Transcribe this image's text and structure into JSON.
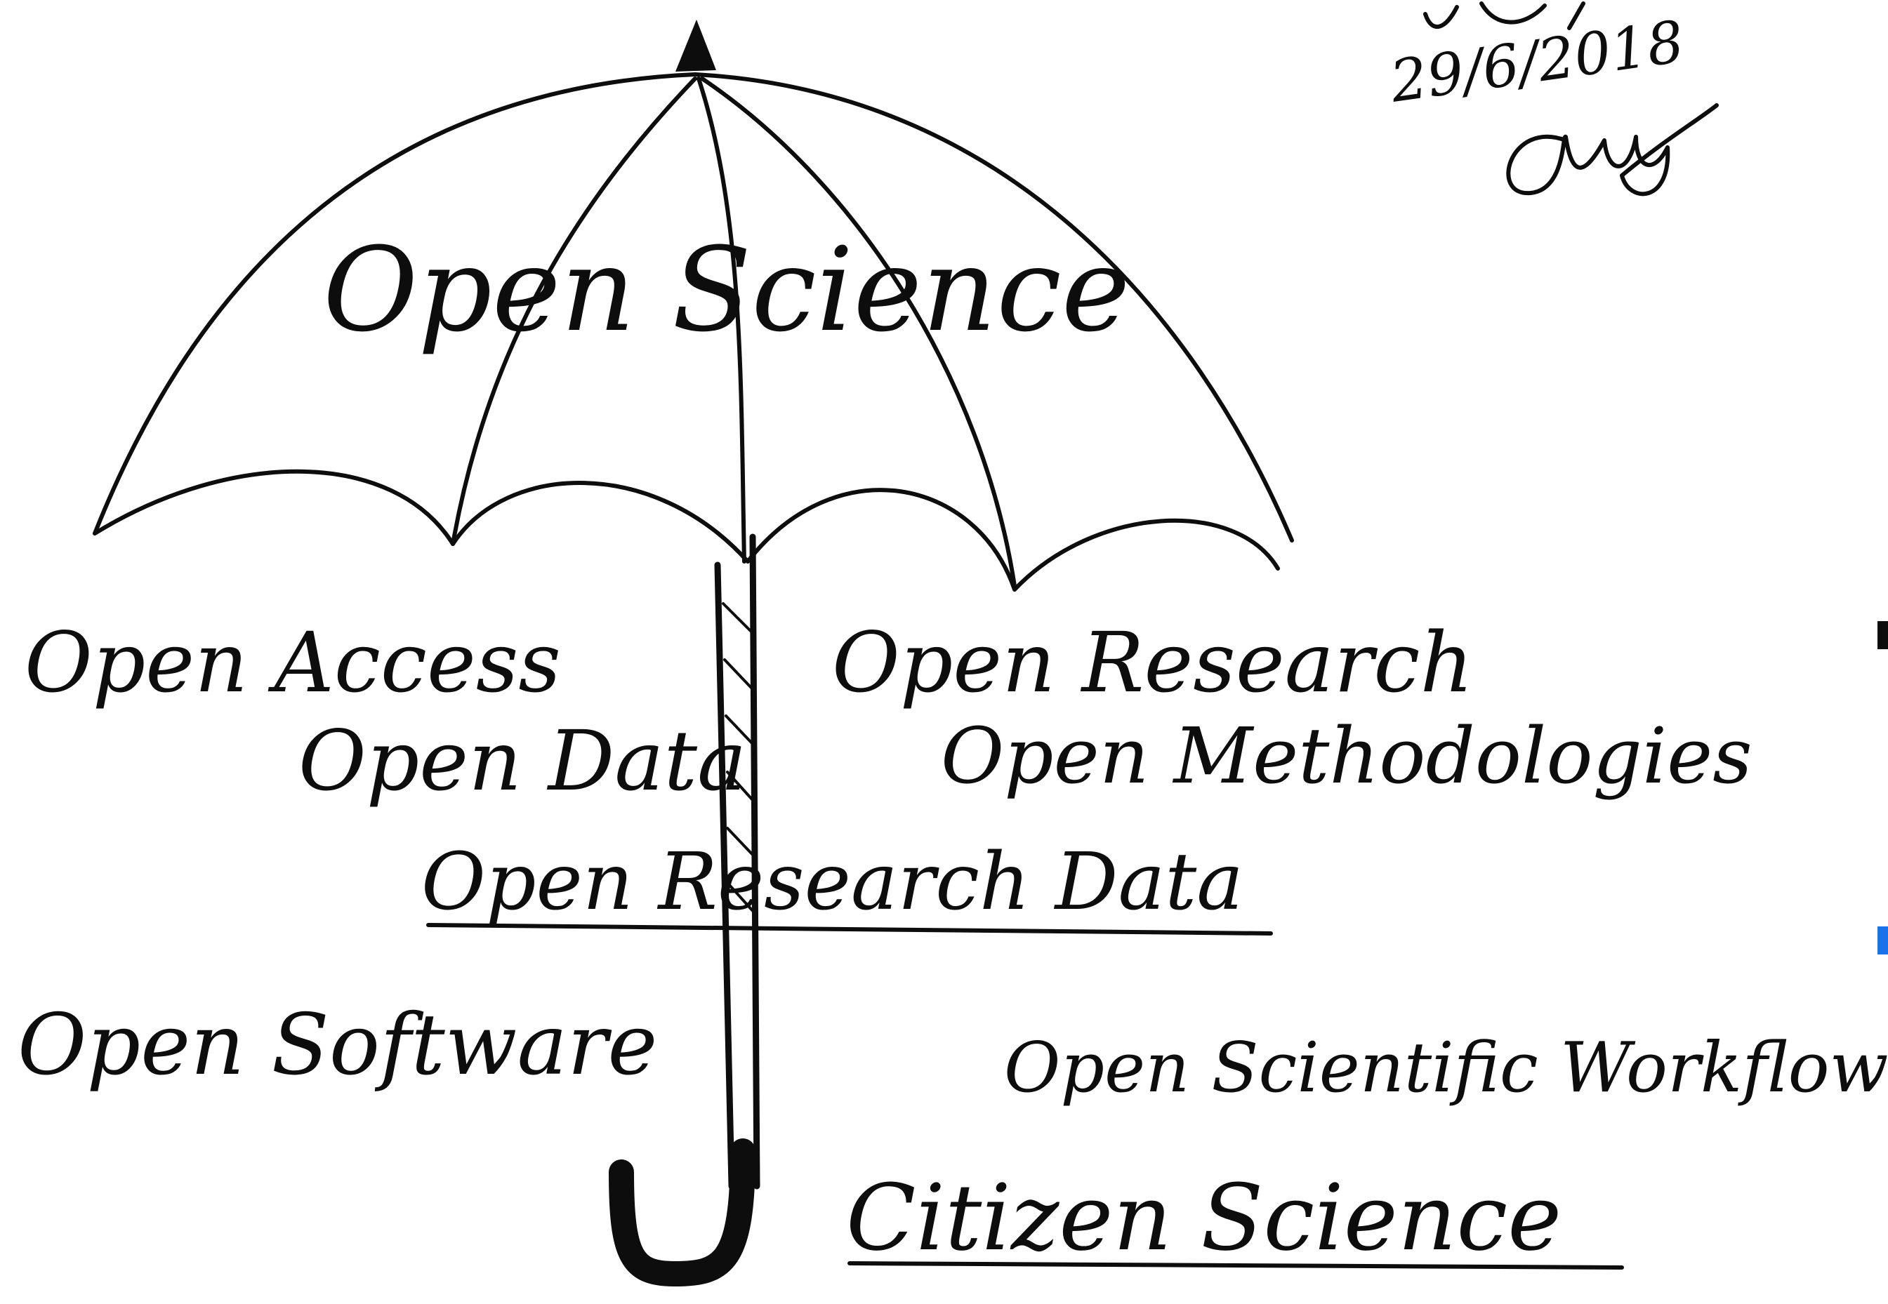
{
  "diagram": {
    "title": "Open Science",
    "date_note": "29/6/2018",
    "signature": "Amy",
    "left_items": [
      "Open Access",
      "Open Data"
    ],
    "right_items": [
      "Open Research",
      "Open Methodologies"
    ],
    "center_item": "Open Research Data",
    "lower_left_item": "Open Software",
    "lower_right_item": "Open Scientific Workflows",
    "bottom_item": "Citizen Science",
    "colors": {
      "ink": "#0d0d0d",
      "background": "#ffffff",
      "edge_mark_blue": "#1a73e8"
    }
  }
}
